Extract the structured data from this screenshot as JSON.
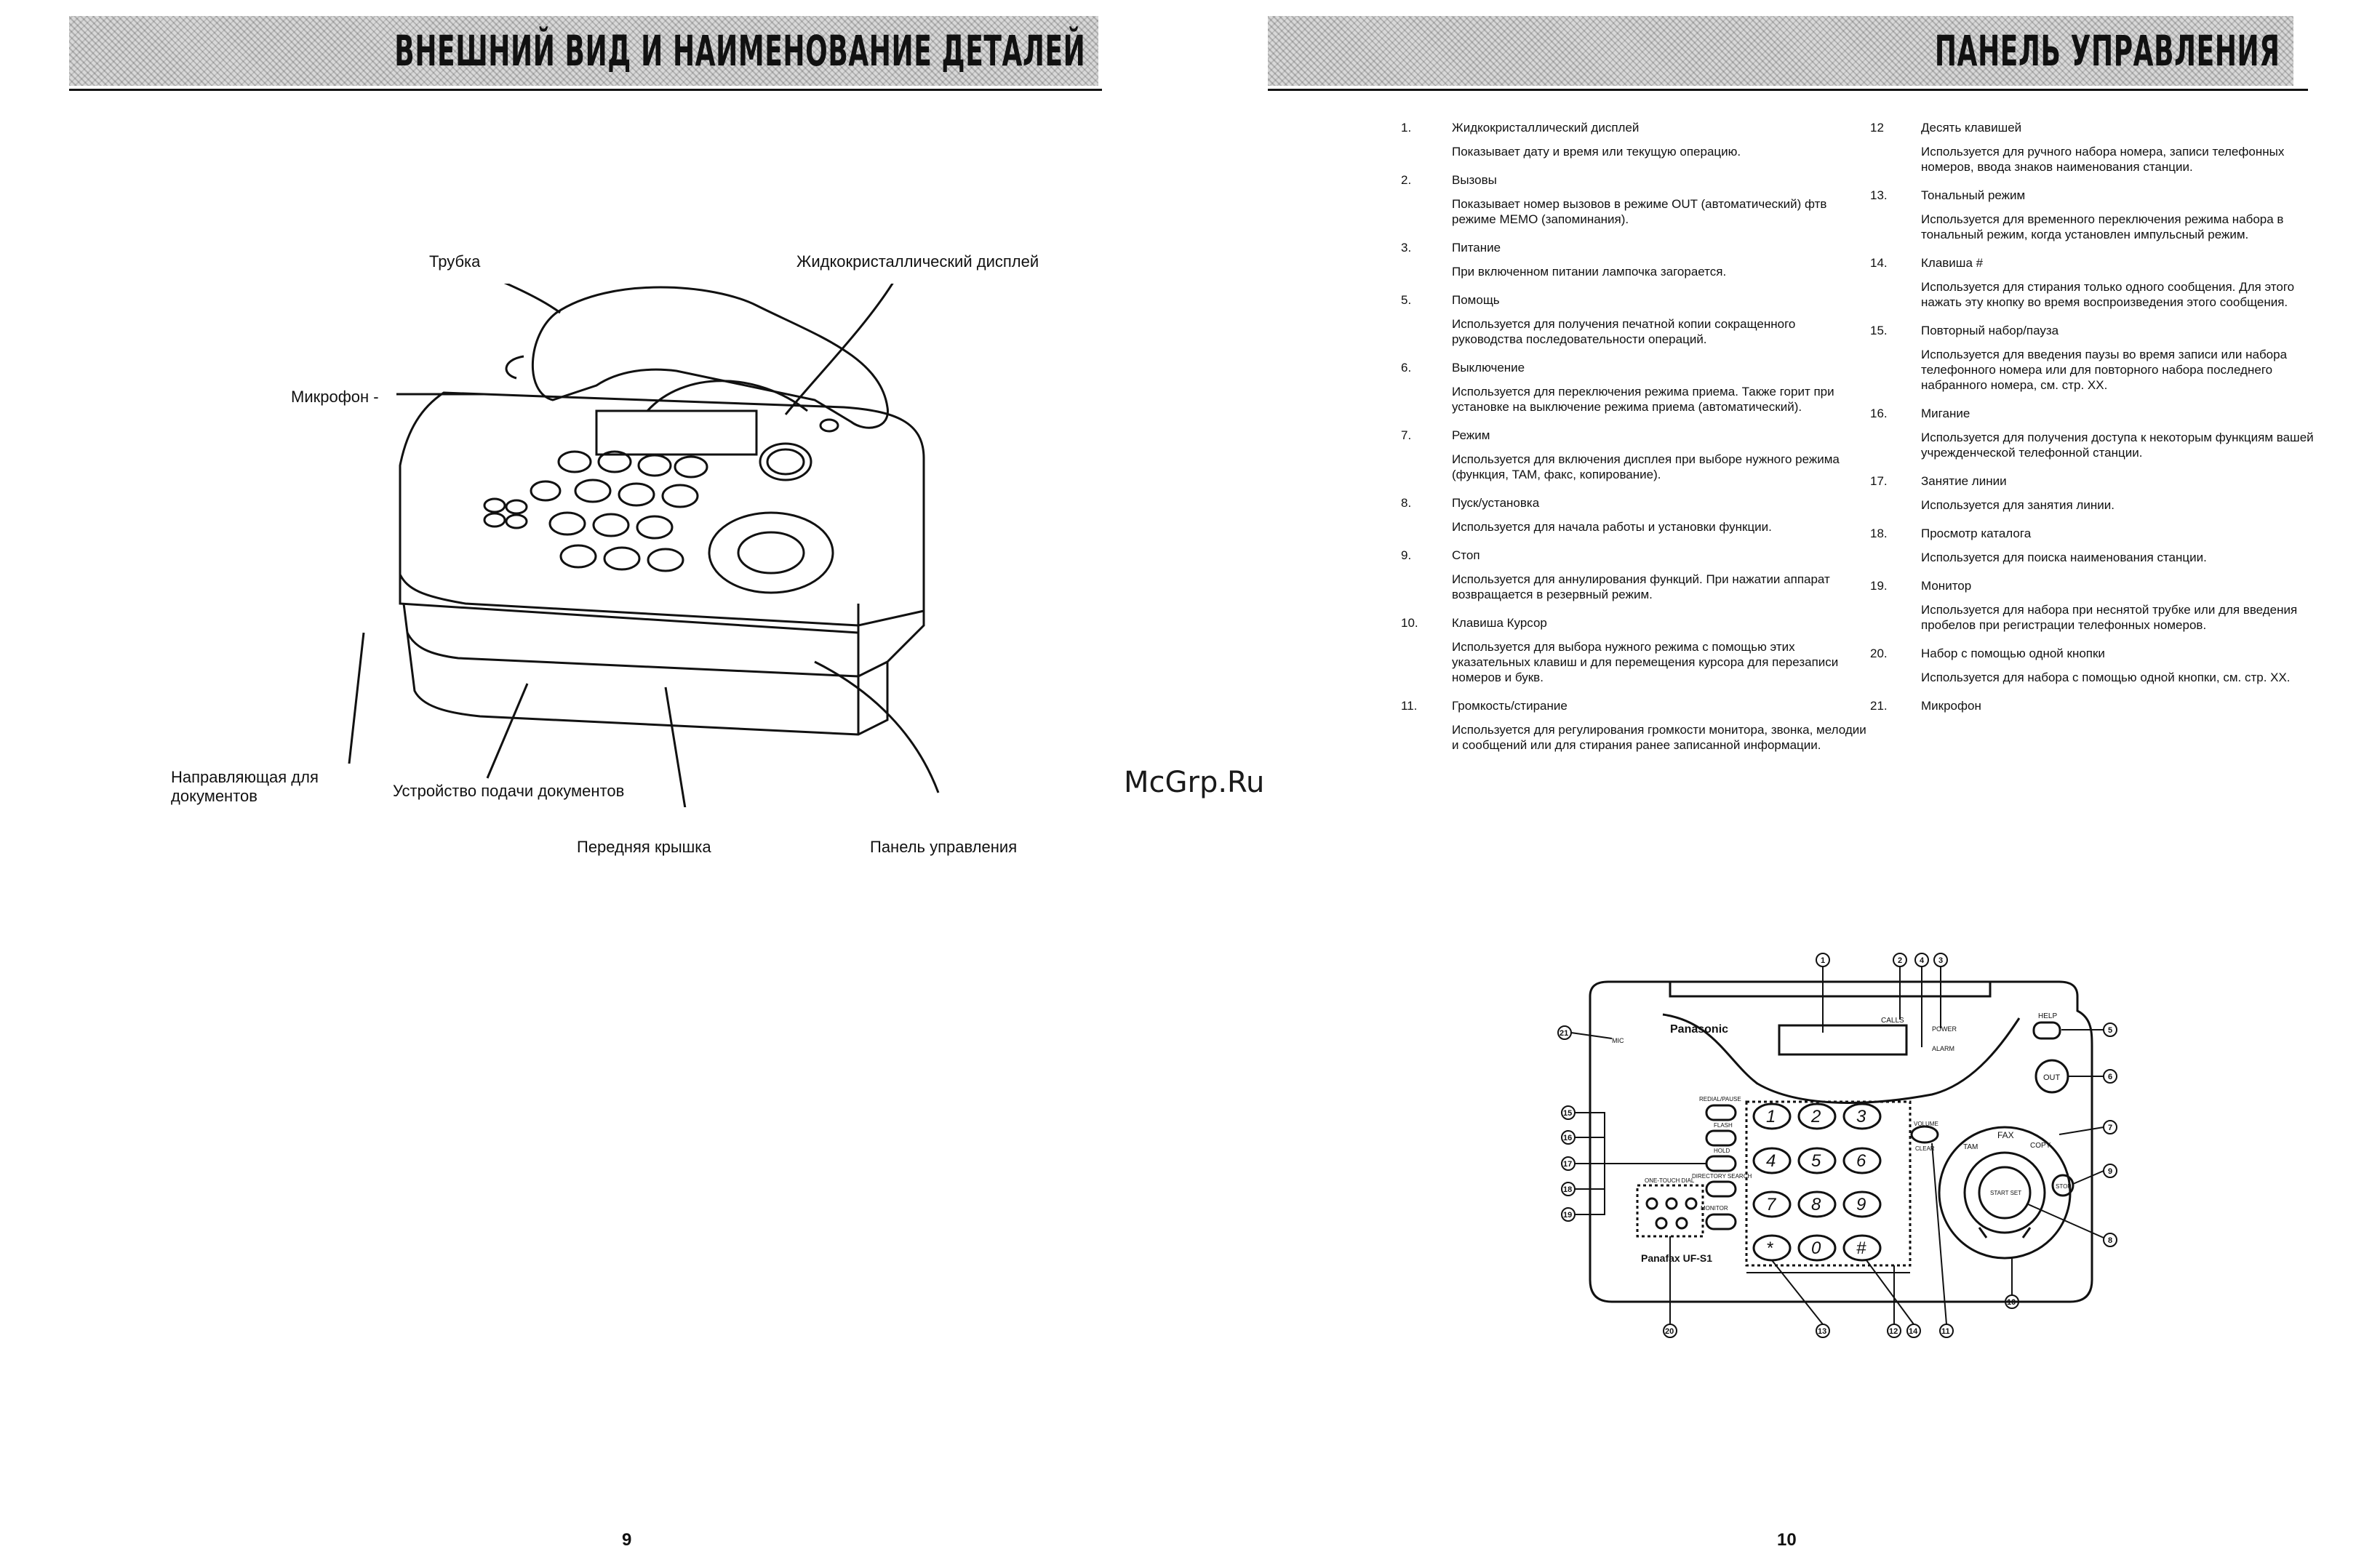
{
  "left_page": {
    "header_title": "ВНЕШНИЙ ВИД И НАИМЕНОВАНИЕ ДЕТАЛЕЙ",
    "labels": {
      "handset": "Трубка",
      "lcd": "Жидкокристаллический дисплей",
      "microphone": "Микрофон -",
      "doc_guide": "Направляющая для документов",
      "doc_feeder": "Устройство подачи документов",
      "front_cover": "Передняя крышка",
      "control_panel": "Панель управления"
    },
    "page_number": "9"
  },
  "watermark": "McGrp.Ru",
  "right_page": {
    "header_title": "ПАНЕЛЬ УПРАВЛЕНИЯ",
    "items_left": [
      {
        "num": "1.",
        "title": "Жидкокристаллический дисплей",
        "desc": "Показывает дату и время или текущую операцию."
      },
      {
        "num": "2.",
        "title": "Вызовы",
        "desc": "Показывает номер вызовов в режиме OUT (автоматический) фтв режиме MEMO (запоминания)."
      },
      {
        "num": "3.",
        "title": "Питание",
        "desc": "При включенном питании лампочка загорается."
      },
      {
        "num": "5.",
        "title": "Помощь",
        "desc": "Используется для получения печатной копии сокращенного руководства последовательности операций."
      },
      {
        "num": "6.",
        "title": "Выключение",
        "desc": "Используется для переключения режима приема. Также горит при установке на выключение режима приема (автоматический)."
      },
      {
        "num": "7.",
        "title": "Режим",
        "desc": "Используется для включения дисплея при выборе нужного режима (функция, TAM, факс, копирование)."
      },
      {
        "num": "8.",
        "title": "Пуск/установка",
        "desc": "Используется для начала работы и установки функции."
      },
      {
        "num": "9.",
        "title": "Стоп",
        "desc": "Используется для аннулирования функций. При нажатии аппарат возвращается в резервный режим."
      },
      {
        "num": "10.",
        "title": "Клавиша Курсор",
        "desc": "Используется для выбора нужного режима с помощью этих указательных клавиш и для перемещения курсора для перезаписи номеров и букв."
      },
      {
        "num": "11.",
        "title": "Громкость/стирание",
        "desc": "Используется для регулирования громкости монитора, звонка, мелодии и сообщений или для стирания ранее записанной информации."
      }
    ],
    "items_right": [
      {
        "num": "12",
        "title": "Десять клавишей",
        "desc": "Используется для ручного набора номера, записи телефонных номеров, ввода знаков наименования станции."
      },
      {
        "num": "13.",
        "title": "Тональный режим",
        "desc": "Используется для временного переключения режима набора в тональный режим, когда установлен импульсный режим."
      },
      {
        "num": "14.",
        "title": "Клавиша #",
        "desc": "Используется для стирания только одного сообщения. Для этого нажать эту кнопку во время воспроизведения этого сообщения."
      },
      {
        "num": "15.",
        "title": "Повторный набор/пауза",
        "desc": "Используется для введения паузы во время записи или набора телефонного номера или для повторного набора последнего набранного номера, см. стр. XX."
      },
      {
        "num": "16.",
        "title": "Мигание",
        "desc": "Используется для получения доступа к некоторым функциям вашей учрежденческой телефонной станции."
      },
      {
        "num": "17.",
        "title": "Занятие линии",
        "desc": "Используется для занятия линии."
      },
      {
        "num": "18.",
        "title": "Просмотр каталога",
        "desc": "Используется для поиска наименования станции."
      },
      {
        "num": "19.",
        "title": "Монитор",
        "desc": "Используется для набора при неснятой трубке или для введения пробелов при регистрации телефонных номеров."
      },
      {
        "num": "20.",
        "title": "Набор с помощью одной кнопки",
        "desc": "Используется для набора с помощью одной кнопки, см. стр. XX."
      },
      {
        "num": "21.",
        "title": "Микрофон",
        "desc": ""
      }
    ],
    "panel": {
      "brand": "Panasonic",
      "model": "Panafax UF-S1",
      "calls": "CALLS",
      "power": "POWER",
      "alarm": "ALARM",
      "mic": "MIC",
      "help": "HELP",
      "out": "OUT",
      "redial": "REDIAL/PAUSE",
      "flash": "FLASH",
      "hold": "HOLD",
      "directory": "DIRECTORY SEARCH",
      "monitor": "MONITOR",
      "one_touch": "ONE-TOUCH DIAL",
      "volume": "VOLUME",
      "clear": "CLEAR",
      "tam": "TAM",
      "fax": "FAX",
      "copy": "COPY",
      "stop": "STOP",
      "start": "START SET",
      "keys": [
        "1",
        "2",
        "3",
        "4",
        "5",
        "6",
        "7",
        "8",
        "9",
        "*",
        "0",
        "#"
      ],
      "callouts": [
        "1",
        "2",
        "3",
        "4",
        "5",
        "6",
        "7",
        "8",
        "9",
        "10",
        "11",
        "12",
        "13",
        "14",
        "15",
        "16",
        "17",
        "18",
        "19",
        "20",
        "21"
      ]
    },
    "page_number": "10"
  }
}
